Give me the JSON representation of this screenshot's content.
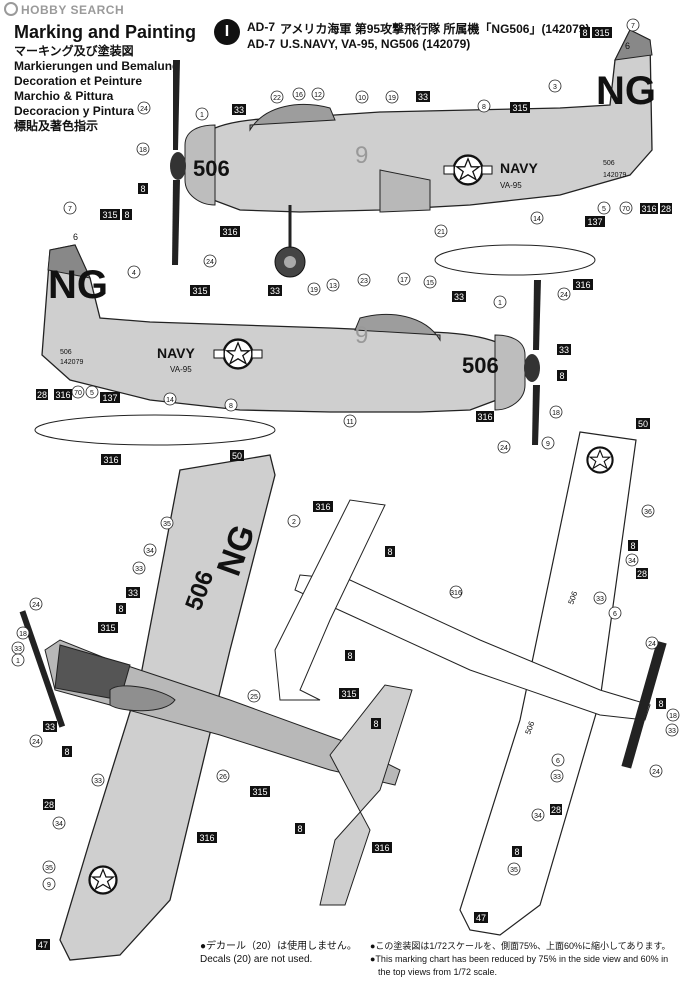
{
  "watermark": "HOBBY SEARCH",
  "title": "Marking and Painting",
  "subtitles": [
    "マーキング及び塗装図",
    "Markierungen und Bemalung",
    "Decoration et Peinture",
    "Marchio & Pittura",
    "Decoracion y Pintura",
    "標貼及著色指示"
  ],
  "header": {
    "badge": "I",
    "model1": "AD-7",
    "desc_jp": "アメリカ海軍 第95攻撃飛行隊 所属機「NG506」(142079)",
    "model2": "AD-7",
    "desc_en": "U.S.NAVY, VA-95, NG506 (142079)"
  },
  "markings": {
    "tail_code": "NG",
    "side_number": "506",
    "navy": "NAVY",
    "squadron": "VA-95",
    "nose_nine": "9",
    "fin_number": "6",
    "serial_small": "506",
    "serial_bureau": "142079",
    "wing_506": "506",
    "wing_NG": "NG",
    "wing_506_small": "506"
  },
  "colors": {
    "body_gray": "#cfcfcf",
    "dark_gray": "#5a5a5a",
    "black": "#111111",
    "line": "#222222"
  },
  "callouts": {
    "c1": "1",
    "c2": "2",
    "c3": "3",
    "c4": "4",
    "c5": "5",
    "c6": "6",
    "c7": "7",
    "c8": "8",
    "c9": "9",
    "c10": "10",
    "c11": "11",
    "c12": "12",
    "c13": "13",
    "c14": "14",
    "c15": "15",
    "c16": "16",
    "c17": "17",
    "c18": "18",
    "c19": "19",
    "c21": "21",
    "c22": "22",
    "c23": "23",
    "c24": "24",
    "c25": "25",
    "c26": "26",
    "c28": "28",
    "c33": "33",
    "c34": "34",
    "c35": "35",
    "c36": "36",
    "c47": "47",
    "c50": "50",
    "c70": "70",
    "c137": "137",
    "c315": "315",
    "c316": "316"
  },
  "footer": {
    "decal_jp": "●デカール（20）は使用しません。",
    "decal_en": "Decals (20) are not used.",
    "scale_jp": "●この塗装図は1/72スケールを、側面75%、上面60%に縮小してあります。",
    "scale_en1": "●This marking chart has been reduced by 75% in the side view and 60% in",
    "scale_en2": "the top views from 1/72 scale."
  }
}
